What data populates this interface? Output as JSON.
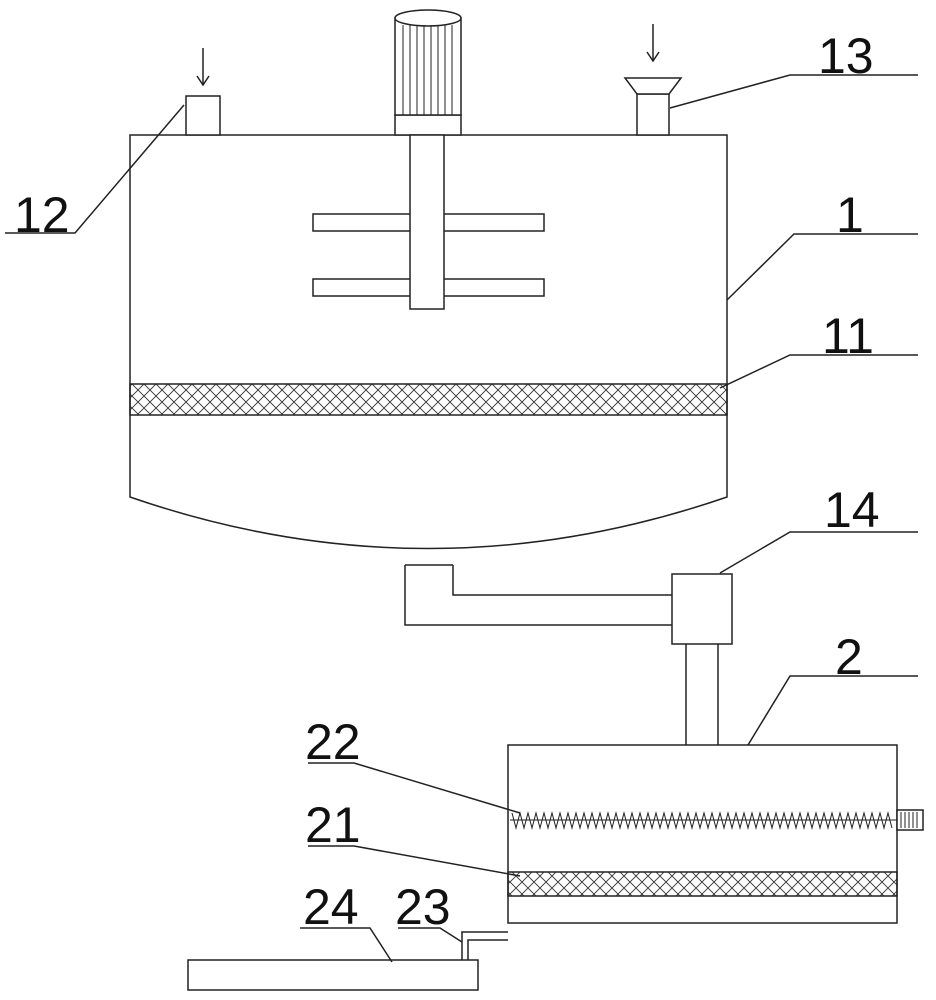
{
  "labels": {
    "l1": "1",
    "l2": "2",
    "l11": "11",
    "l12": "12",
    "l13": "13",
    "l14": "14",
    "l21": "21",
    "l22": "22",
    "l23": "23",
    "l24": "24"
  },
  "colors": {
    "stroke": "#222222",
    "background": "#ffffff"
  }
}
